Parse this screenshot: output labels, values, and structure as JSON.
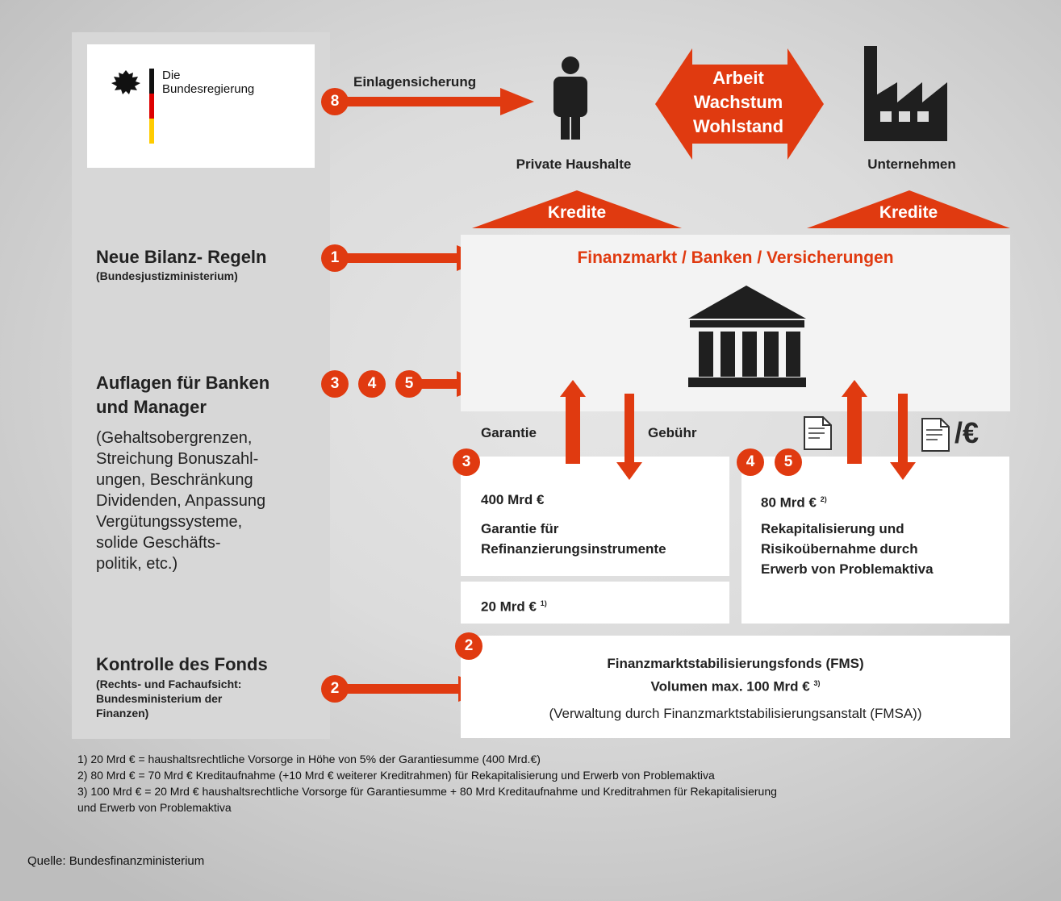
{
  "logo": {
    "line1": "Die",
    "line2": "Bundesregierung"
  },
  "top": {
    "einlagensicherung": "Einlagensicherung",
    "private_haushalte": "Private Haushalte",
    "unternehmen": "Unternehmen",
    "arbeit": "Arbeit",
    "wachstum": "Wachstum",
    "wohlstand": "Wohlstand",
    "kredite_left": "Kredite",
    "kredite_right": "Kredite"
  },
  "finanzmarkt": {
    "title": "Finanzmarkt / Banken / Versicherungen"
  },
  "left": {
    "bilanz_title": "Neue Bilanz- Regeln",
    "bilanz_sub": "(Bundesjustizministerium)",
    "auflagen_title_1": "Auflagen für Banken",
    "auflagen_title_2": "und Manager",
    "auflagen_body": [
      "(Gehaltsobergrenzen,",
      "Streichung Bonuszahl-",
      "ungen, Beschränkung",
      "Dividenden, Anpassung",
      "Vergütungssysteme,",
      "solide Geschäfts-",
      "politik, etc.)"
    ],
    "kontrolle_title": "Kontrolle des Fonds",
    "kontrolle_sub": [
      "(Rechts- und Fachaufsicht:",
      "Bundesministerium der",
      "Finanzen)"
    ]
  },
  "badges": {
    "b1": "1",
    "b2": "2",
    "b2b": "2",
    "b3": "3",
    "b3b": "3",
    "b4": "4",
    "b4b": "4",
    "b5": "5",
    "b5b": "5",
    "b8": "8"
  },
  "flow": {
    "garantie": "Garantie",
    "gebuehr": "Gebühr",
    "euro": "/€"
  },
  "box_left": {
    "amount": "400 Mrd €",
    "line1": "Garantie für",
    "line2": "Refinanzierungsinstrumente",
    "small_amount": "20 Mrd €",
    "small_sup": "1)"
  },
  "box_right": {
    "amount": "80 Mrd €",
    "amount_sup": "2)",
    "line1": "Rekapitalisierung und",
    "line2": "Risikoübernahme durch",
    "line3": "Erwerb von Problemaktiva"
  },
  "fms": {
    "line1": "Finanzmarktstabilisierungsfonds (FMS)",
    "line2": "Volumen max. 100 Mrd €",
    "line2_sup": "3)",
    "line3": "(Verwaltung durch Finanzmarktstabilisierungsanstalt (FMSA))"
  },
  "footnotes": [
    "1) 20 Mrd € = haushaltsrechtliche Vorsorge in Höhe von 5% der Garantiesumme (400 Mrd.€)",
    "2) 80 Mrd € = 70 Mrd € Kreditaufnahme (+10 Mrd € weiterer Kreditrahmen) für Rekapitalisierung und Erwerb von Problemaktiva",
    "3) 100 Mrd € = 20 Mrd € haushaltsrechtliche Vorsorge für Garantiesumme + 80 Mrd Kreditaufnahme und Kreditrahmen für Rekapitalisierung",
    "und Erwerb von Problemaktiva"
  ],
  "quelle": "Quelle: Bundesfinanzministerium",
  "colors": {
    "accent": "#e03a10",
    "dark": "#2a2a2a"
  }
}
